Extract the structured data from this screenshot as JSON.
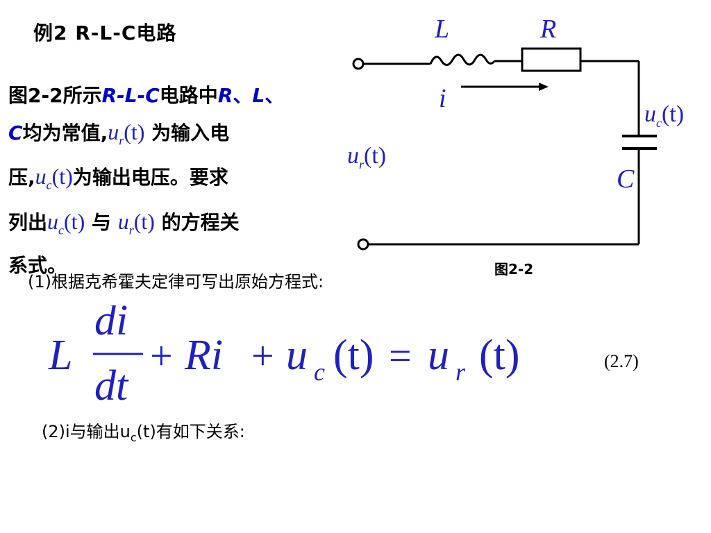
{
  "title": "例2 R-L-C电路",
  "description": {
    "p1": "图2-2所示",
    "rlc": "R-L-C",
    "p2": "电路中",
    "R": "R",
    "sep1": "、",
    "L": "L",
    "sep2": "、",
    "C": "C",
    "p3": "均为常值,",
    "p4": " 为输入电",
    "p5": "压,",
    "p6": "为输出电压。要求",
    "p7": "列出",
    "p8": " 与 ",
    "p9": " 的方程关",
    "p10": "系式。"
  },
  "symbols": {
    "u": "u",
    "sub_r": "r",
    "sub_c": "c",
    "t_paren": "(t)"
  },
  "circuit": {
    "label_L": "L",
    "label_R": "R",
    "label_i": "i",
    "label_uc": "u",
    "label_uc_sub": "c",
    "label_uc_t": "(t)",
    "label_ur": "u",
    "label_ur_sub": "r",
    "label_ur_t": "(t)",
    "label_C": "C",
    "caption": "图2-2"
  },
  "step1": "(1)根据克希霍夫定律可写出原始方程式:",
  "equation": {
    "L": "L",
    "numerator": "di",
    "denominator": "dt",
    "plus1": "+",
    "Ri": "Ri",
    "plus2": "+",
    "u1": "u",
    "sub1": "c",
    "t1": "(t)",
    "eq": "=",
    "u2": "u",
    "sub2": "r",
    "t2": "(t)",
    "number": "(2.7)"
  },
  "step2": {
    "prefix": "(2)i与输出u",
    "sub": "c",
    "suffix": "(t)有如下关系:"
  },
  "colors": {
    "blue": "#0000cc",
    "math_blue": "#2020c0"
  }
}
